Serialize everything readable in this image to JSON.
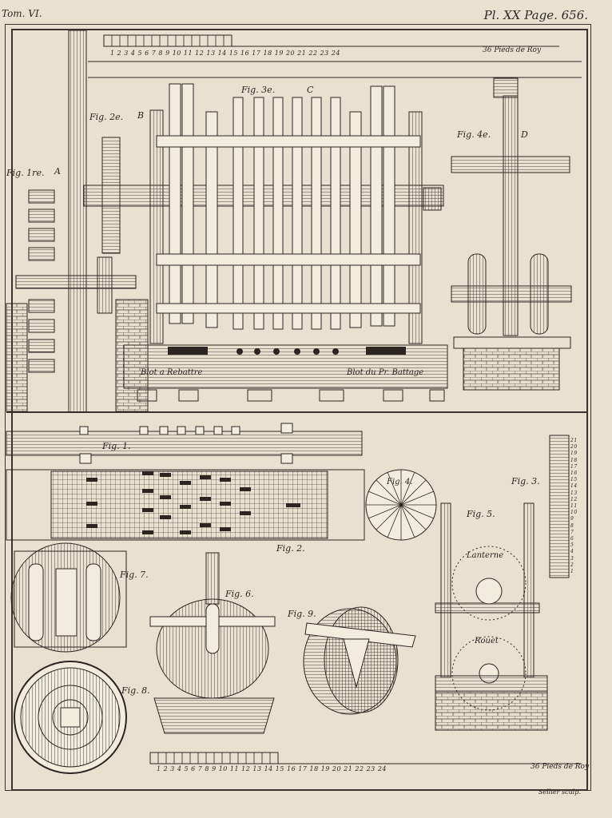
{
  "header": {
    "left": "Tom. VI.",
    "right": "Pl. XX  Page. 656."
  },
  "scale_top": {
    "numbers": "1 2 3 4 5 6 7 8 9 10 11 12 13 14 15 16 17 18 19 20 21 22 23 24",
    "unit": "36 Pieds de Roy"
  },
  "scale_bottom": {
    "numbers": "1 2 3 4 5 6 7 8 9 10 11 12 13 14 15 16 17 18 19 20 21 22 23 24",
    "unit": "36 Pieds de Roy"
  },
  "upper": {
    "fig1": "Fig. 1re.",
    "fig1_letter": "A",
    "fig2": "Fig. 2e.",
    "fig2_letter": "B",
    "fig3": "Fig. 3e.",
    "fig3_letter": "C",
    "fig4": "Fig. 4e.",
    "fig4_letter": "D",
    "blot_left": "Blot a Rebattre",
    "blot_right": "Blot du Pr. Battage"
  },
  "lower": {
    "fig1": "Fig. 1.",
    "fig2": "Fig. 2.",
    "fig3": "Fig. 3.",
    "fig4": "Fig. 4.",
    "fig5": "Fig. 5.",
    "fig6": "Fig. 6.",
    "fig7": "Fig. 7.",
    "fig8": "Fig. 8.",
    "fig9": "Fig. 9.",
    "lanterne": "Lanterne",
    "rouet": "Rouet",
    "scale_numbers": "21 20 19 18 17 16 15 14 13 12 11 10 9 8 7 6 5 4 3 2 1"
  },
  "signature": "Sellier sculp."
}
